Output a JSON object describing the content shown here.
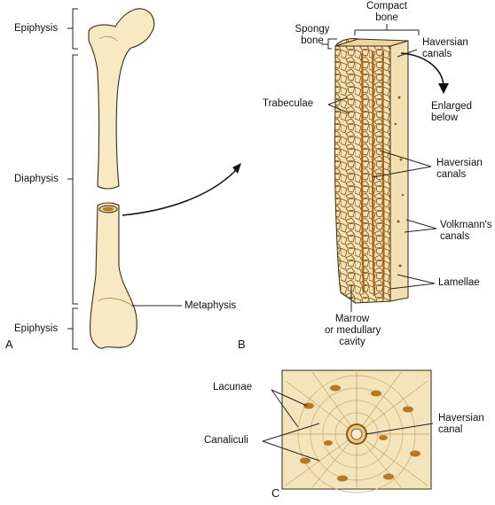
{
  "panels": {
    "a": "A",
    "b": "B",
    "c": "C"
  },
  "panel_a": {
    "epiphysis_top": "Epiphysis",
    "diaphysis": "Diaphysis",
    "epiphysis_bottom": "Epiphysis",
    "metaphysis": "Metaphysis"
  },
  "panel_b": {
    "compact_bone": [
      "Compact",
      "bone"
    ],
    "spongy_bone": [
      "Spongy",
      "bone"
    ],
    "haversian_canals_top": [
      "Haversian",
      "canals"
    ],
    "enlarged_below": [
      "Enlarged",
      "below"
    ],
    "trabeculae": "Trabeculae",
    "haversian_canals_mid": [
      "Haversian",
      "canals"
    ],
    "volkmanns_canals": [
      "Volkmann's",
      "canals"
    ],
    "lamellae": "Lamellae",
    "marrow": [
      "Marrow",
      "or medullary",
      "cavity"
    ]
  },
  "panel_c": {
    "lacunae": "Lacunae",
    "canaliculi": "Canaliculi",
    "haversian_canal": [
      "Haversian",
      "canal"
    ]
  },
  "colors": {
    "bone_fill": "#f7e9c4",
    "bone_shade": "#e9d3a0",
    "dark_orange": "#b77a23",
    "outline": "#3a2a10"
  }
}
